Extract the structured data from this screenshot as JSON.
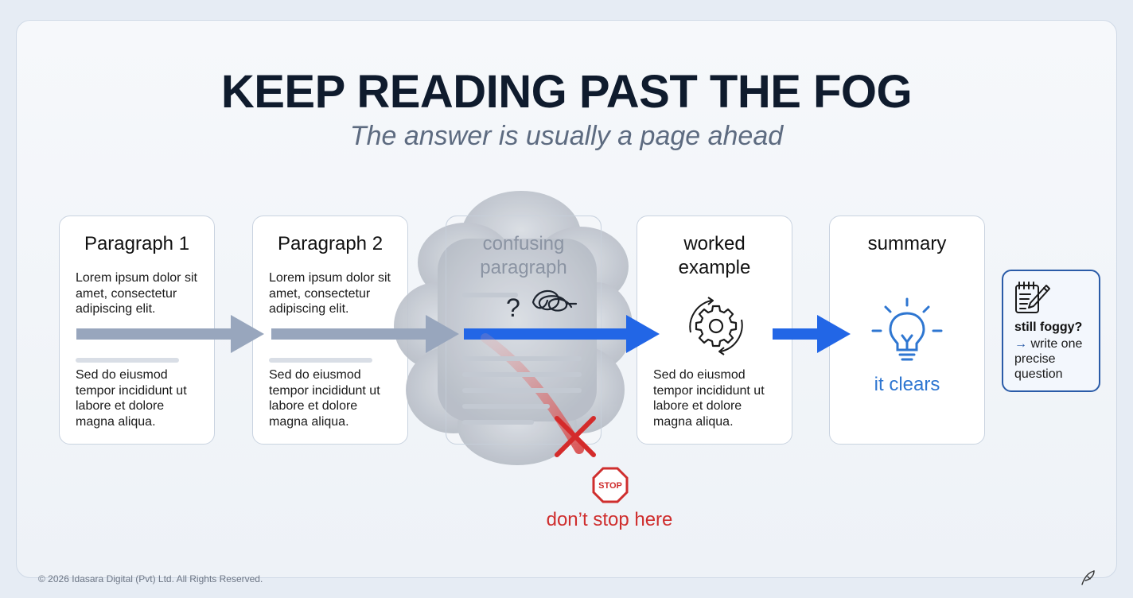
{
  "header": {
    "title": "KEEP READING PAST THE FOG",
    "subtitle": "The answer is usually a page ahead"
  },
  "steps": [
    {
      "title": "Paragraph 1",
      "text_top": "Lorem ipsum dolor sit amet, consectetur adipiscing elit.",
      "text_bottom": "Sed do eiusmod tempor incididunt ut labore et dolore magna aliqua."
    },
    {
      "title": "Paragraph 2",
      "text_top": "Lorem ipsum dolor sit amet, consectetur adipiscing elit.",
      "text_bottom": "Sed do eiusmod tempor incididunt ut labore et dolore magna aliqua."
    },
    {
      "title": "confusing paragraph",
      "question_mark": "?"
    },
    {
      "title": "worked example",
      "text_bottom": "Sed do eiusmod tempor incididunt ut labore et dolore magna aliqua."
    },
    {
      "title": "summary",
      "caption": "it clears"
    }
  ],
  "tip": {
    "title": "still foggy?",
    "arrow": "→",
    "text": "write one precise question"
  },
  "stop": {
    "sign_text": "STOP",
    "label": "don’t stop here"
  },
  "footer": {
    "copyright": "© 2026 Idasara Digital (Pvt) Ltd. All Rights Reserved."
  },
  "colors": {
    "gray_arrow": "#98a6bd",
    "blue_arrow": "#2266e6",
    "stop_red": "#cf2e2e",
    "tip_border": "#2a5ba8",
    "clear_blue": "#2e76d1"
  },
  "icons": [
    "question-mark",
    "tangle-icon",
    "gear-cycle-icon",
    "lightbulb-icon",
    "notepad-pencil-icon",
    "stop-sign-icon",
    "x-mark-icon",
    "quill-icon"
  ]
}
